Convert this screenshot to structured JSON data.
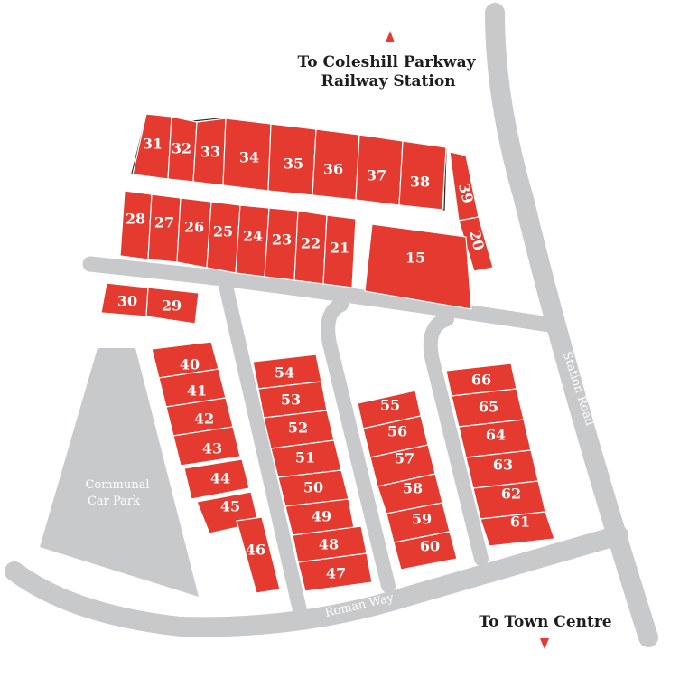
{
  "destinations": {
    "north_line1": "To Coleshill Parkway",
    "north_line2": "Railway Station",
    "south": "To Town Centre"
  },
  "roads": {
    "station_road": "Station Road",
    "roman_way": "Roman Way"
  },
  "car_park": {
    "line1": "Communal",
    "line2": "Car Park"
  },
  "plots": {
    "p15": "15",
    "p20": "20",
    "p21": "21",
    "p22": "22",
    "p23": "23",
    "p24": "24",
    "p25": "25",
    "p26": "26",
    "p27": "27",
    "p28": "28",
    "p29": "29",
    "p30": "30",
    "p31": "31",
    "p32": "32",
    "p33": "33",
    "p34": "34",
    "p35": "35",
    "p36": "36",
    "p37": "37",
    "p38": "38",
    "p39": "39",
    "p40": "40",
    "p41": "41",
    "p42": "42",
    "p43": "43",
    "p44": "44",
    "p45": "45",
    "p46": "46",
    "p47": "47",
    "p48": "48",
    "p49": "49",
    "p50": "50",
    "p51": "51",
    "p52": "52",
    "p53": "53",
    "p54": "54",
    "p55": "55",
    "p56": "56",
    "p57": "57",
    "p58": "58",
    "p59": "59",
    "p60": "60",
    "p61": "61",
    "p62": "62",
    "p63": "63",
    "p64": "64",
    "p65": "65",
    "p66": "66"
  },
  "colors": {
    "plot": "#e53a2f",
    "road": "#c8c9cb",
    "text": "#1d1d1b",
    "arrow": "#e53a2f"
  }
}
